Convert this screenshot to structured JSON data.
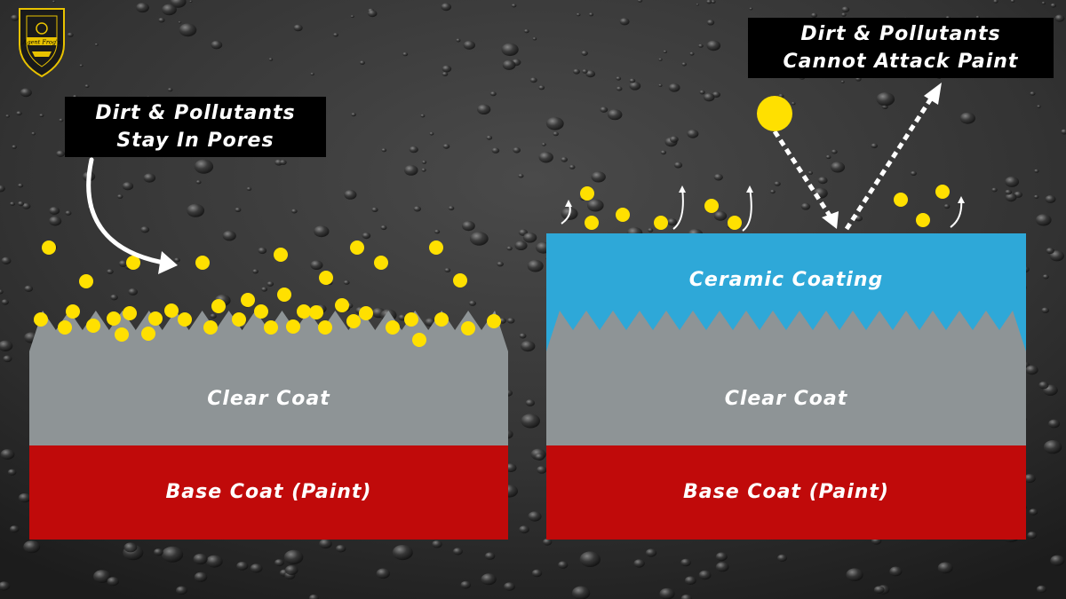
{
  "logo": {
    "text": "Agent Frog's"
  },
  "left_callout": {
    "line1": "Dirt & Pollutants",
    "line2": "Stay In Pores"
  },
  "right_callout": {
    "line1": "Dirt & Pollutants",
    "line2": "Cannot Attack Paint"
  },
  "left_stack": {
    "clear_coat": "Clear Coat",
    "base_coat": "Base Coat (Paint)"
  },
  "right_stack": {
    "ceramic": "Ceramic Coating",
    "clear_coat": "Clear Coat",
    "base_coat": "Base Coat (Paint)"
  },
  "colors": {
    "particle": "#FFE000",
    "clear_coat": "#8E9496",
    "base_coat": "#C00A0A",
    "ceramic": "#2EA8D8",
    "label_bg": "#000000",
    "text": "#FFFFFF"
  }
}
